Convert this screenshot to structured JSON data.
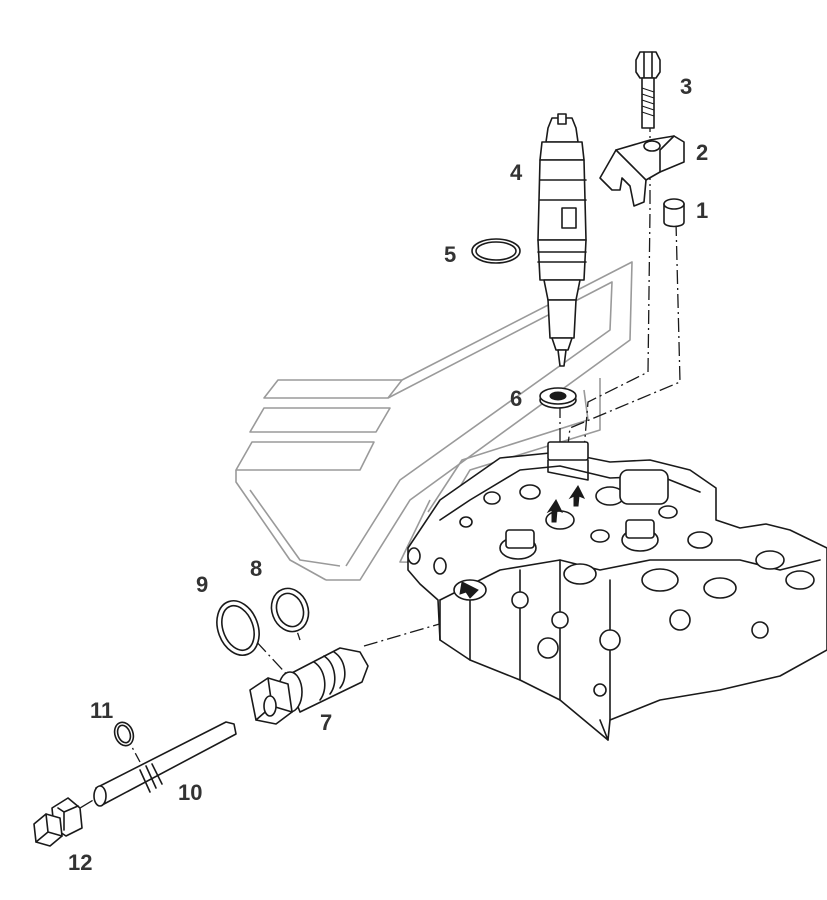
{
  "labels": {
    "p1": "1",
    "p2": "2",
    "p3": "3",
    "p4": "4",
    "p5": "5",
    "p6": "6",
    "p7": "7",
    "p8": "8",
    "p9": "9",
    "p10": "10",
    "p11": "11",
    "p12": "12"
  }
}
